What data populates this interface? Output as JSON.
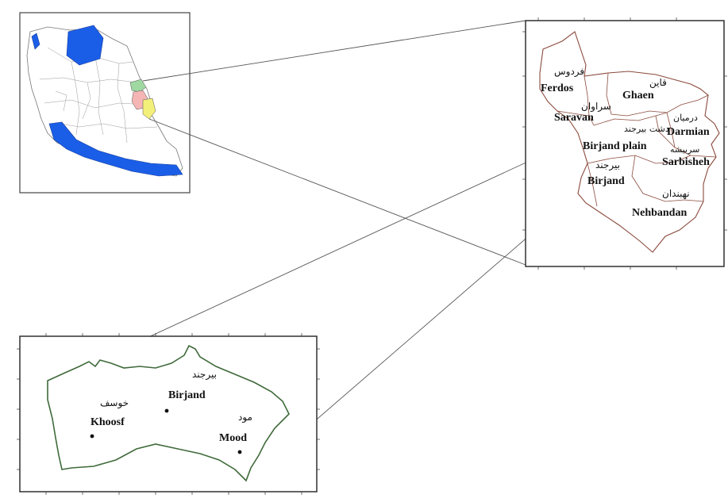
{
  "inset_iran": {
    "colors": {
      "highlight": "#1a5ee8",
      "study_area": "#f3f07a",
      "subarea_green": "#9fd8a0",
      "subarea_pink": "#f5b5b5"
    }
  },
  "south_khorasan": {
    "labels": [
      {
        "en": "Ferdos",
        "fa": "فردوس"
      },
      {
        "en": "Ghaen",
        "fa": "قاین"
      },
      {
        "en": "Saravan",
        "fa": "سراوان"
      },
      {
        "en": "Darmian",
        "fa": "درمیان"
      },
      {
        "en": "Birjand plain",
        "fa": "دشت بیرجند"
      },
      {
        "en": "Sarbisheh",
        "fa": "سربیشه"
      },
      {
        "en": "Birjand",
        "fa": "بیرجند"
      },
      {
        "en": "Nehbandan",
        "fa": "نهبندان"
      }
    ]
  },
  "birjand_plain": {
    "labels": [
      {
        "en": "Birjand",
        "fa": "بیرجند"
      },
      {
        "en": "Khoosf",
        "fa": "خوسف"
      },
      {
        "en": "Mood",
        "fa": "مود"
      }
    ]
  }
}
